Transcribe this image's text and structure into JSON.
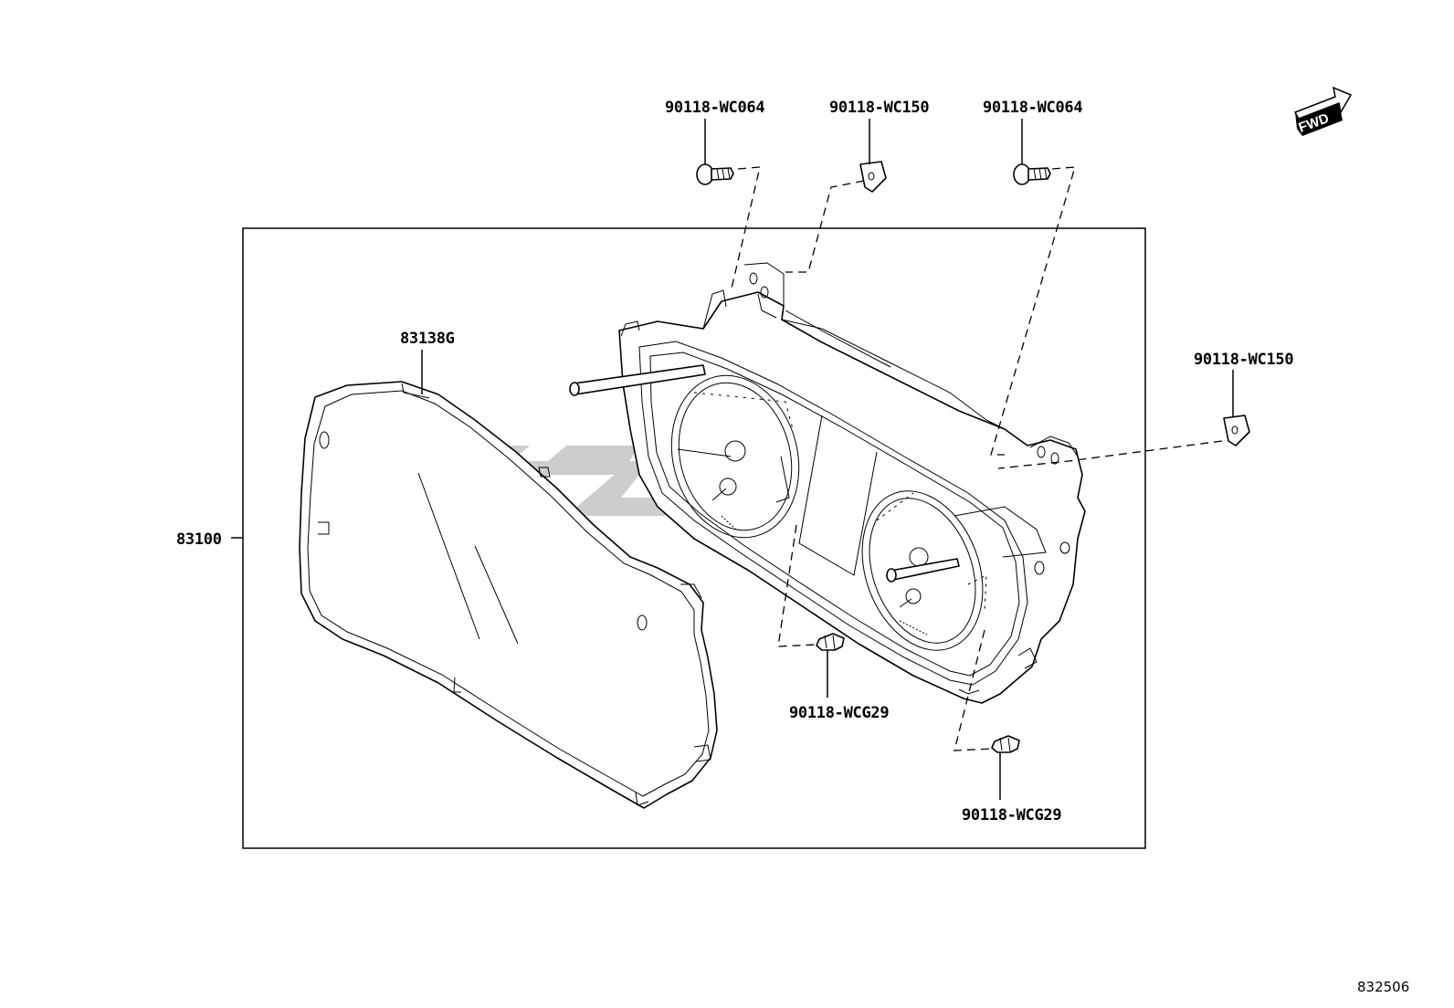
{
  "diagram": {
    "id": "832506",
    "callouts": {
      "screw_left": "90118-WC064",
      "nut_top": "90118-WC150",
      "screw_right": "90118-WC064",
      "nut_right": "90118-WC150",
      "lens": "83138G",
      "meter_assy": "83100",
      "clip_center": "90118-WCG29",
      "clip_right": "90118-WCG29"
    },
    "fwd_label": "FWD"
  }
}
